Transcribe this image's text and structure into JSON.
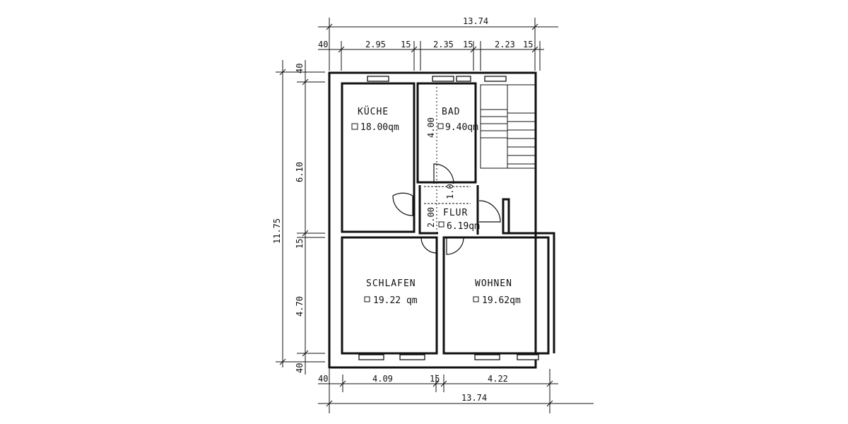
{
  "plan": {
    "dimensions": {
      "top_total": "13.74",
      "top_wall_left": "40",
      "top_kueche": "2.95",
      "top_wall_1": "15",
      "top_bad": "2.35",
      "top_wall_2": "15",
      "top_stair": "2.23",
      "top_wall_3": "15",
      "left_total": "11.75",
      "left_wall_top": "40",
      "left_upper": "6.10",
      "left_wall_mid": "15",
      "left_lower": "4.70",
      "left_wall_bottom": "40",
      "bottom_wall_left": "40",
      "bottom_schlafen": "4.09",
      "bottom_wall_mid": "15",
      "bottom_wohnen": "4.22",
      "bottom_total": "13.74",
      "bad_height": "4.00",
      "flur_upper": "1.0",
      "flur_height": "2.00"
    },
    "rooms": [
      {
        "name": "KÜCHE",
        "area": "18.00qm"
      },
      {
        "name": "BAD",
        "area": "9.40qm"
      },
      {
        "name": "FLUR",
        "area": "6.19qm"
      },
      {
        "name": "SCHLAFEN",
        "area": "19.22 qm"
      },
      {
        "name": "WOHNEN",
        "area": "19.62qm"
      }
    ]
  }
}
